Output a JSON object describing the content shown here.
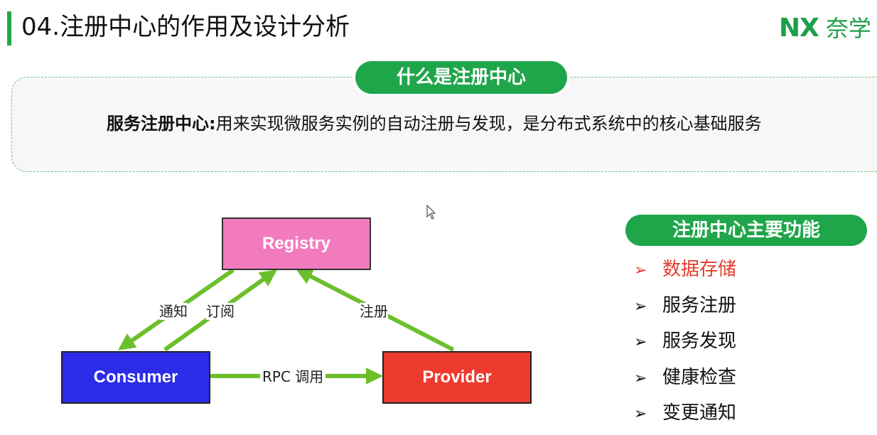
{
  "header": {
    "title": "04.注册中心的作用及设计分析",
    "logo_mark": "NX",
    "logo_text": "奈学"
  },
  "definition": {
    "pill_label": "什么是注册中心",
    "term": "服务注册中心:",
    "text": "用来实现微服务实例的自动注册与发现，是分布式系统中的核心基础服务"
  },
  "diagram": {
    "nodes": {
      "registry": "Registry",
      "consumer": "Consumer",
      "provider": "Provider"
    },
    "edges": {
      "notify": "通知",
      "subscribe": "订阅",
      "register": "注册",
      "rpc": "RPC 调用"
    },
    "colors": {
      "registry": "#f27bbd",
      "consumer": "#2c2be8",
      "provider": "#ee3b2f",
      "arrow": "#6cbf2a"
    }
  },
  "functions": {
    "pill_label": "注册中心主要功能",
    "bullet_icon": "arrowhead-bullet",
    "items": [
      {
        "label": "数据存储",
        "active": true
      },
      {
        "label": "服务注册",
        "active": false
      },
      {
        "label": "服务发现",
        "active": false
      },
      {
        "label": "健康检查",
        "active": false
      },
      {
        "label": "变更通知",
        "active": false
      }
    ],
    "active_color": "#e23c2d"
  },
  "theme": {
    "accent": "#1fa64a"
  }
}
